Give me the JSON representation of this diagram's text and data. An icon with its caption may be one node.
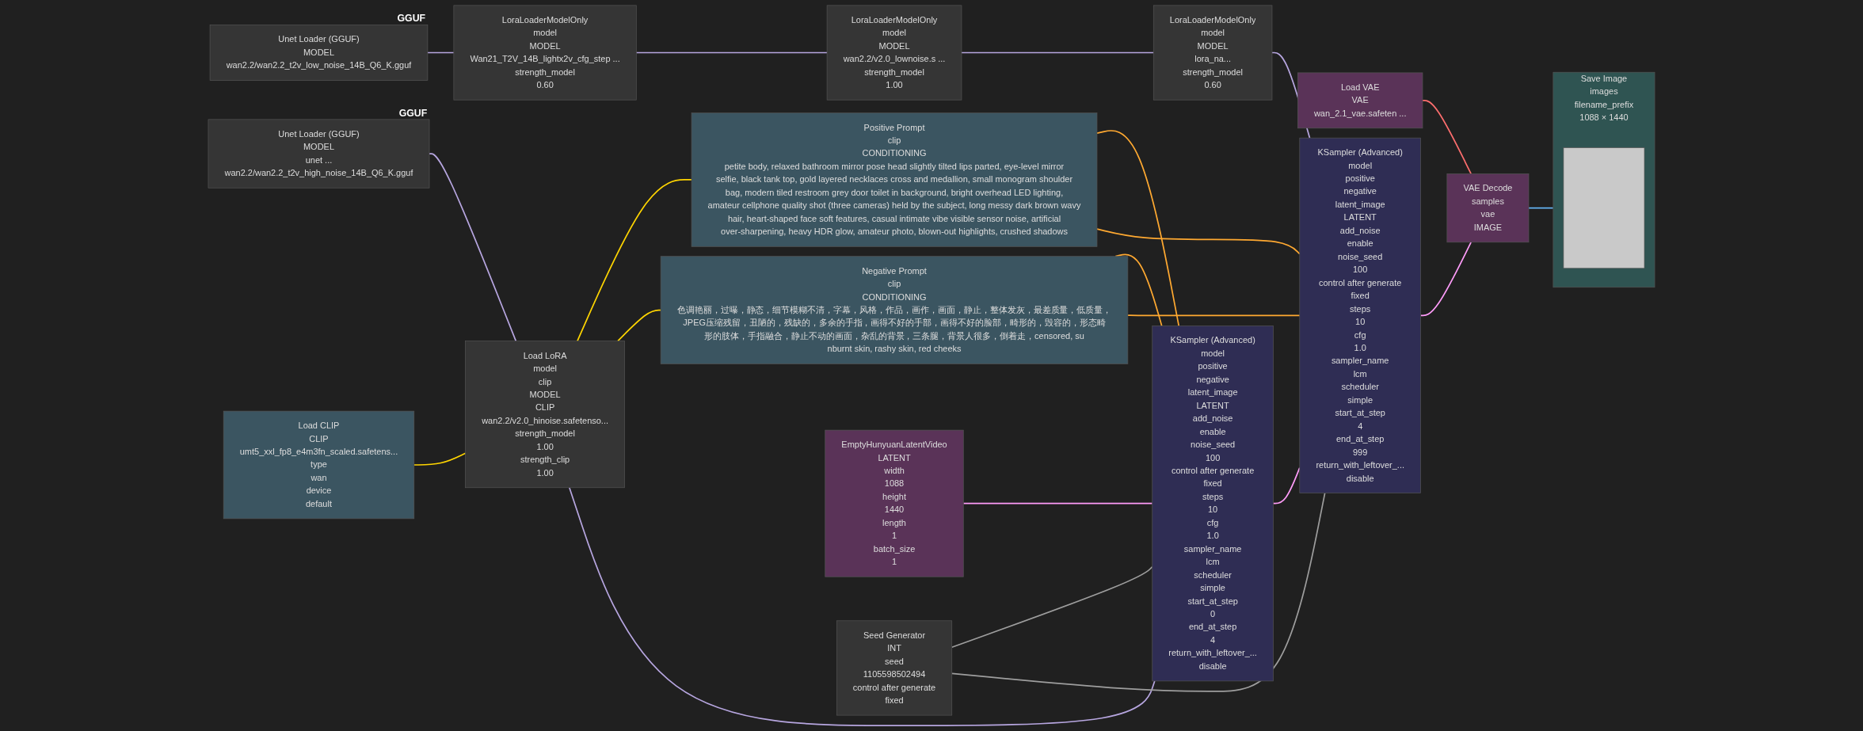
{
  "diagram": {
    "nodes": [
      {
        "text": [
          "Unet Loader (GGUF)",
          "MODEL",
          "unet ...",
          "wan2.2/wan2.2_t2v_high_noise_14B_Q6_K.gguf"
        ],
        "beside": [
          "GGUF"
        ]
      },
      {
        "text": [
          "Unet Loader (GGUF)",
          "MODEL",
          "wan2.2/wan2.2_t2v_low_noise_14B_Q6_K.gguf"
        ],
        "beside": [
          "GGUF"
        ]
      },
      {
        "text": [
          "Load CLIP",
          "CLIP",
          "umt5_xxl_fp8_e4m3fn_scaled.safetens...",
          "type",
          "wan",
          "device",
          "default"
        ]
      },
      {
        "text": [
          "Load VAE",
          "VAE",
          "wan_2.1_vae.safeten ..."
        ]
      },
      {
        "text": [
          "Load LoRA",
          "model",
          "clip",
          "MODEL",
          "CLIP",
          "wan2.2/v2.0_hinoise.safetenso...",
          "strength_model",
          "1.00",
          "strength_clip",
          "1.00"
        ]
      },
      {
        "text": [
          "LoraLoaderModelOnly",
          "model",
          "MODEL",
          "Wan21_T2V_14B_lightx2v_cfg_step ...",
          "strength_model",
          "0.60"
        ]
      },
      {
        "text": [
          "LoraLoaderModelOnly",
          "model",
          "MODEL",
          "wan2.2/v2.0_lownoise.s ...",
          "strength_model",
          "1.00"
        ]
      },
      {
        "text": [
          "LoraLoaderModelOnly",
          "model",
          "MODEL",
          "lora_na...",
          "strength_model",
          "0.60"
        ]
      },
      {
        "text": [
          "Positive Prompt",
          "clip",
          "CONDITIONING",
          "petite body, relaxed bathroom mirror pose head slightly tilted lips parted, eye-level mirror selfie, black tank top, gold layered necklaces cross and medallion, small monogram shoulder bag, modern tiled restroom grey door toilet in background, bright overhead LED lighting, amateur cellphone quality shot (three cameras) held by the subject, long messy dark brown wavy hair, heart-shaped face soft features, casual intimate vibe visible sensor noise, artificial over-sharpening, heavy HDR glow, amateur photo, blown-out highlights, crushed shadows"
        ]
      },
      {
        "text": [
          "Negative Prompt",
          "clip",
          "CONDITIONING",
          "色调艳丽，过曝，静态，细节模糊不清，字幕，风格，作品，画作，画面，静止，整体发灰，最差质量，低质量，JPEG压缩残留，丑陋的，残缺的，多余的手指，画得不好的手部，画得不好的脸部，畸形的，毁容的，形态畸形的肢体，手指融合，静止不动的画面，杂乱的背景，三条腿，背景人很多，倒着走，censored, sunburnt skin, rashy skin, red cheeks"
        ]
      },
      {
        "text": [
          "EmptyHunyuanLatentVideo",
          "LATENT",
          "width",
          "1088",
          "height",
          "1440",
          "length",
          "1",
          "batch_size",
          "1"
        ]
      },
      {
        "text": [
          "Seed Generator",
          "INT",
          "seed",
          "1105598502494",
          "control after generate",
          "fixed"
        ]
      },
      {
        "text": [
          "KSampler (Advanced)",
          "model",
          "positive",
          "negative",
          "latent_image",
          "LATENT",
          "add_noise",
          "enable",
          "noise_seed",
          "100",
          "control after generate",
          "fixed",
          "steps",
          "10",
          "cfg",
          "1.0",
          "sampler_name",
          "lcm",
          "scheduler",
          "simple",
          "start_at_step",
          "0",
          "end_at_step",
          "4",
          "return_with_leftover_...",
          "disable"
        ]
      },
      {
        "text": [
          "KSampler (Advanced)",
          "model",
          "positive",
          "negative",
          "latent_image",
          "LATENT",
          "add_noise",
          "enable",
          "noise_seed",
          "100",
          "control after generate",
          "fixed",
          "steps",
          "10",
          "cfg",
          "1.0",
          "sampler_name",
          "lcm",
          "scheduler",
          "simple",
          "start_at_step",
          "4",
          "end_at_step",
          "999",
          "return_with_leftover_...",
          "disable"
        ]
      },
      {
        "text": [
          "VAE Decode",
          "samples",
          "vae",
          "IMAGE"
        ]
      },
      {
        "text": [
          "Save Image",
          "images",
          "filename_prefix",
          "1088 × 1440"
        ]
      },
      {
        "text": [],
        "shape": "box",
        "in": 15
      }
    ],
    "edges": [
      {
        "from": 0,
        "to": 4,
        "arrow": "none"
      },
      {
        "from": 2,
        "to": 4,
        "arrow": "none",
        "color": "#ffd500"
      },
      {
        "from": 1,
        "to": 5,
        "arrow": "none"
      },
      {
        "from": 5,
        "to": 6,
        "arrow": "none"
      },
      {
        "from": 6,
        "to": 7,
        "arrow": "none"
      },
      {
        "from": 4,
        "to": 8,
        "arrow": "none",
        "color": "#ffd500"
      },
      {
        "from": 4,
        "to": 9,
        "arrow": "none",
        "color": "#ffd500"
      },
      {
        "from": 4,
        "to": 12,
        "arrow": "none"
      },
      {
        "from": 7,
        "to": 13,
        "arrow": "none"
      },
      {
        "from": 8,
        "to": 12,
        "arrow": "none",
        "color": "#ffa931"
      },
      {
        "from": 8,
        "to": 13,
        "arrow": "none",
        "color": "#ffa931"
      },
      {
        "from": 9,
        "to": 12,
        "arrow": "none",
        "color": "#ffa931"
      },
      {
        "from": 9,
        "to": 13,
        "arrow": "none",
        "color": "#ffa931"
      },
      {
        "from": 10,
        "to": 12,
        "arrow": "none",
        "color": "#ff9cf9"
      },
      {
        "from": 11,
        "to": 12,
        "arrow": "none",
        "color": "#9e9e9e"
      },
      {
        "from": 11,
        "to": 13,
        "arrow": "none",
        "color": "#9e9e9e"
      },
      {
        "from": 12,
        "to": 13,
        "arrow": "none",
        "color": "#ff9cf9"
      },
      {
        "from": 13,
        "to": 14,
        "arrow": "none",
        "color": "#ff9cf9"
      },
      {
        "from": 3,
        "to": 14,
        "arrow": "none",
        "color": "#ff6e6e"
      },
      {
        "from": 14,
        "to": 15,
        "arrow": "none",
        "color": "#64b5f6"
      }
    ]
  }
}
